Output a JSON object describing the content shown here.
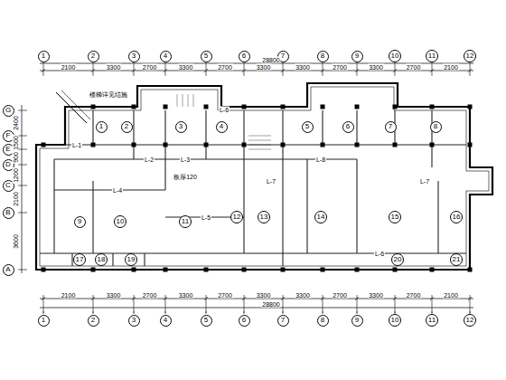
{
  "diagram": {
    "nodes": [
      {
        "text": [
          "1"
        ]
      },
      {
        "text": [
          "2"
        ]
      },
      {
        "text": [
          "3"
        ]
      },
      {
        "text": [
          "4"
        ]
      },
      {
        "text": [
          "5"
        ]
      },
      {
        "text": [
          "6"
        ]
      },
      {
        "text": [
          "7"
        ]
      },
      {
        "text": [
          "8"
        ]
      },
      {
        "text": [
          "9"
        ]
      },
      {
        "text": [
          "10"
        ]
      },
      {
        "text": [
          "11"
        ]
      },
      {
        "text": [
          "12"
        ]
      },
      {
        "text": [
          "G"
        ]
      },
      {
        "text": [
          "F"
        ]
      },
      {
        "text": [
          "E"
        ]
      },
      {
        "text": [
          "D"
        ]
      },
      {
        "text": [
          "C"
        ]
      },
      {
        "text": [
          "B"
        ]
      },
      {
        "text": [
          "A"
        ]
      },
      {
        "text": [
          "1"
        ]
      },
      {
        "text": [
          "2"
        ]
      },
      {
        "text": [
          "3"
        ]
      },
      {
        "text": [
          "4"
        ]
      },
      {
        "text": [
          "5"
        ]
      },
      {
        "text": [
          "6"
        ]
      },
      {
        "text": [
          "7"
        ]
      },
      {
        "text": [
          "8"
        ]
      },
      {
        "text": [
          "9"
        ]
      },
      {
        "text": [
          "10"
        ]
      },
      {
        "text": [
          "11"
        ]
      },
      {
        "text": [
          "12"
        ]
      },
      {
        "text": [
          "13"
        ]
      },
      {
        "text": [
          "14"
        ]
      },
      {
        "text": [
          "15"
        ]
      },
      {
        "text": [
          "16"
        ]
      },
      {
        "text": [
          "17"
        ]
      },
      {
        "text": [
          "18"
        ]
      },
      {
        "text": [
          "19"
        ]
      },
      {
        "text": [
          "20"
        ]
      },
      {
        "text": [
          "21"
        ]
      },
      {
        "text": [
          "1"
        ]
      },
      {
        "text": [
          "2"
        ]
      },
      {
        "text": [
          "3"
        ]
      },
      {
        "text": [
          "4"
        ]
      },
      {
        "text": [
          "5"
        ]
      },
      {
        "text": [
          "6"
        ]
      },
      {
        "text": [
          "7"
        ]
      },
      {
        "text": [
          "8"
        ]
      },
      {
        "text": [
          "9"
        ]
      },
      {
        "text": [
          "10"
        ]
      },
      {
        "text": [
          "11"
        ]
      },
      {
        "text": [
          "12"
        ]
      }
    ],
    "labels": [
      "28800",
      "2100",
      "3300",
      "2700",
      "3300",
      "2700",
      "3300",
      "3300",
      "2700",
      "3300",
      "2700",
      "2100",
      "28800",
      "2100",
      "3300",
      "2700",
      "3300",
      "2700",
      "3300",
      "3300",
      "2700",
      "3300",
      "2700",
      "2100",
      "2400",
      "1500",
      "900",
      "1200",
      "2100",
      "3600",
      "L-1",
      "L-2",
      "L-3",
      "L-4",
      "L-5",
      "L-6",
      "L-7",
      "L-8",
      "L-7",
      "L-6",
      "楼梯详见结施",
      "板厚120"
    ]
  }
}
